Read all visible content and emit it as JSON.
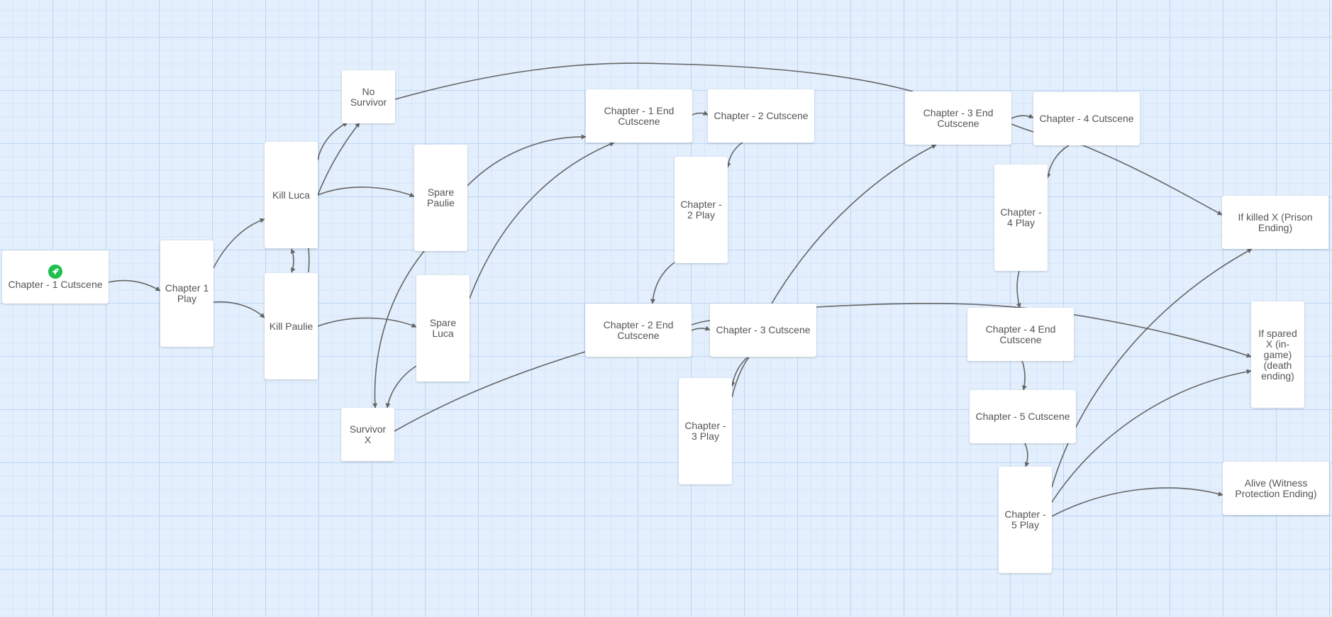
{
  "app": {
    "view": "Story flow diagram"
  },
  "colors": {
    "start_badge": "#1fbf4c",
    "edge": "#656565",
    "node_text": "#555555",
    "background": "#e4effd"
  },
  "nodes": {
    "ch1_cutscene": {
      "label": "Chapter - 1 Cutscene",
      "start": true,
      "start_icon": "rocket-icon"
    },
    "ch1_play": {
      "label": "Chapter 1 Play"
    },
    "kill_luca": {
      "label": "Kill Luca"
    },
    "kill_paulie": {
      "label": "Kill Paulie"
    },
    "no_survivor": {
      "label": "No Survivor"
    },
    "spare_paulie": {
      "label": "Spare Paulie"
    },
    "spare_luca": {
      "label": "Spare Luca"
    },
    "survivor_x": {
      "label": "Survivor X"
    },
    "ch1_end_cutscene": {
      "label": "Chapter - 1 End Cutscene"
    },
    "ch2_cutscene": {
      "label": "Chapter - 2 Cutscene"
    },
    "ch2_play": {
      "label": "Chapter - 2 Play"
    },
    "ch2_end_cutscene": {
      "label": "Chapter - 2 End Cutscene"
    },
    "ch3_cutscene": {
      "label": "Chapter - 3 Cutscene"
    },
    "ch3_play": {
      "label": "Chapter - 3 Play"
    },
    "ch3_end_cutscene": {
      "label": "Chapter - 3 End Cutscene"
    },
    "ch4_cutscene": {
      "label": "Chapter - 4 Cutscene"
    },
    "ch4_play": {
      "label": "Chapter - 4 Play"
    },
    "ch4_end_cutscene": {
      "label": "Chapter - 4 End Cutscene"
    },
    "ch5_cutscene": {
      "label": "Chapter - 5 Cutscene"
    },
    "ch5_play": {
      "label": "Chapter - 5 Play"
    },
    "ending_killed_x": {
      "label": "If killed X (Prison Ending)"
    },
    "ending_spared_x": {
      "label": "If spared X (in-game) (death ending)"
    },
    "ending_alive": {
      "label": "Alive (Witness Protection Ending)"
    }
  },
  "edges": [
    {
      "from": "ch1_cutscene",
      "to": "ch1_play"
    },
    {
      "from": "ch1_play",
      "to": "kill_luca"
    },
    {
      "from": "ch1_play",
      "to": "kill_paulie"
    },
    {
      "from": "kill_luca",
      "to": "no_survivor"
    },
    {
      "from": "kill_luca",
      "to": "no_survivor"
    },
    {
      "from": "kill_luca",
      "to": "spare_paulie"
    },
    {
      "from": "kill_luca",
      "to": "kill_paulie",
      "bidirectional": true
    },
    {
      "from": "kill_paulie",
      "to": "kill_luca"
    },
    {
      "from": "kill_paulie",
      "to": "spare_luca"
    },
    {
      "from": "no_survivor",
      "to": "ch3_end_cutscene"
    },
    {
      "from": "spare_paulie",
      "to": "survivor_x"
    },
    {
      "from": "spare_luca",
      "to": "survivor_x"
    },
    {
      "from": "spare_paulie",
      "to": "ch1_end_cutscene"
    },
    {
      "from": "spare_luca",
      "to": "ch1_end_cutscene"
    },
    {
      "from": "survivor_x",
      "to": "ch2_end_cutscene"
    },
    {
      "from": "ch1_end_cutscene",
      "to": "ch2_cutscene"
    },
    {
      "from": "ch2_cutscene",
      "to": "ch2_play"
    },
    {
      "from": "ch2_play",
      "to": "ch2_end_cutscene"
    },
    {
      "from": "ch2_end_cutscene",
      "to": "ch3_cutscene"
    },
    {
      "from": "ch2_end_cutscene",
      "to": "ending_spared_x"
    },
    {
      "from": "ch3_cutscene",
      "to": "ch3_play"
    },
    {
      "from": "ch3_play",
      "to": "ch3_cutscene"
    },
    {
      "from": "ch3_cutscene",
      "to": "ch3_end_cutscene"
    },
    {
      "from": "ch3_end_cutscene",
      "to": "ch4_cutscene"
    },
    {
      "from": "ch3_end_cutscene",
      "to": "ending_killed_x"
    },
    {
      "from": "ch4_cutscene",
      "to": "ch4_play"
    },
    {
      "from": "ch4_play",
      "to": "ch4_end_cutscene"
    },
    {
      "from": "ch4_end_cutscene",
      "to": "ch5_cutscene"
    },
    {
      "from": "ch5_cutscene",
      "to": "ch5_play"
    },
    {
      "from": "ch5_play",
      "to": "ending_killed_x"
    },
    {
      "from": "ch5_play",
      "to": "ending_spared_x"
    },
    {
      "from": "ch5_play",
      "to": "ending_alive"
    }
  ]
}
